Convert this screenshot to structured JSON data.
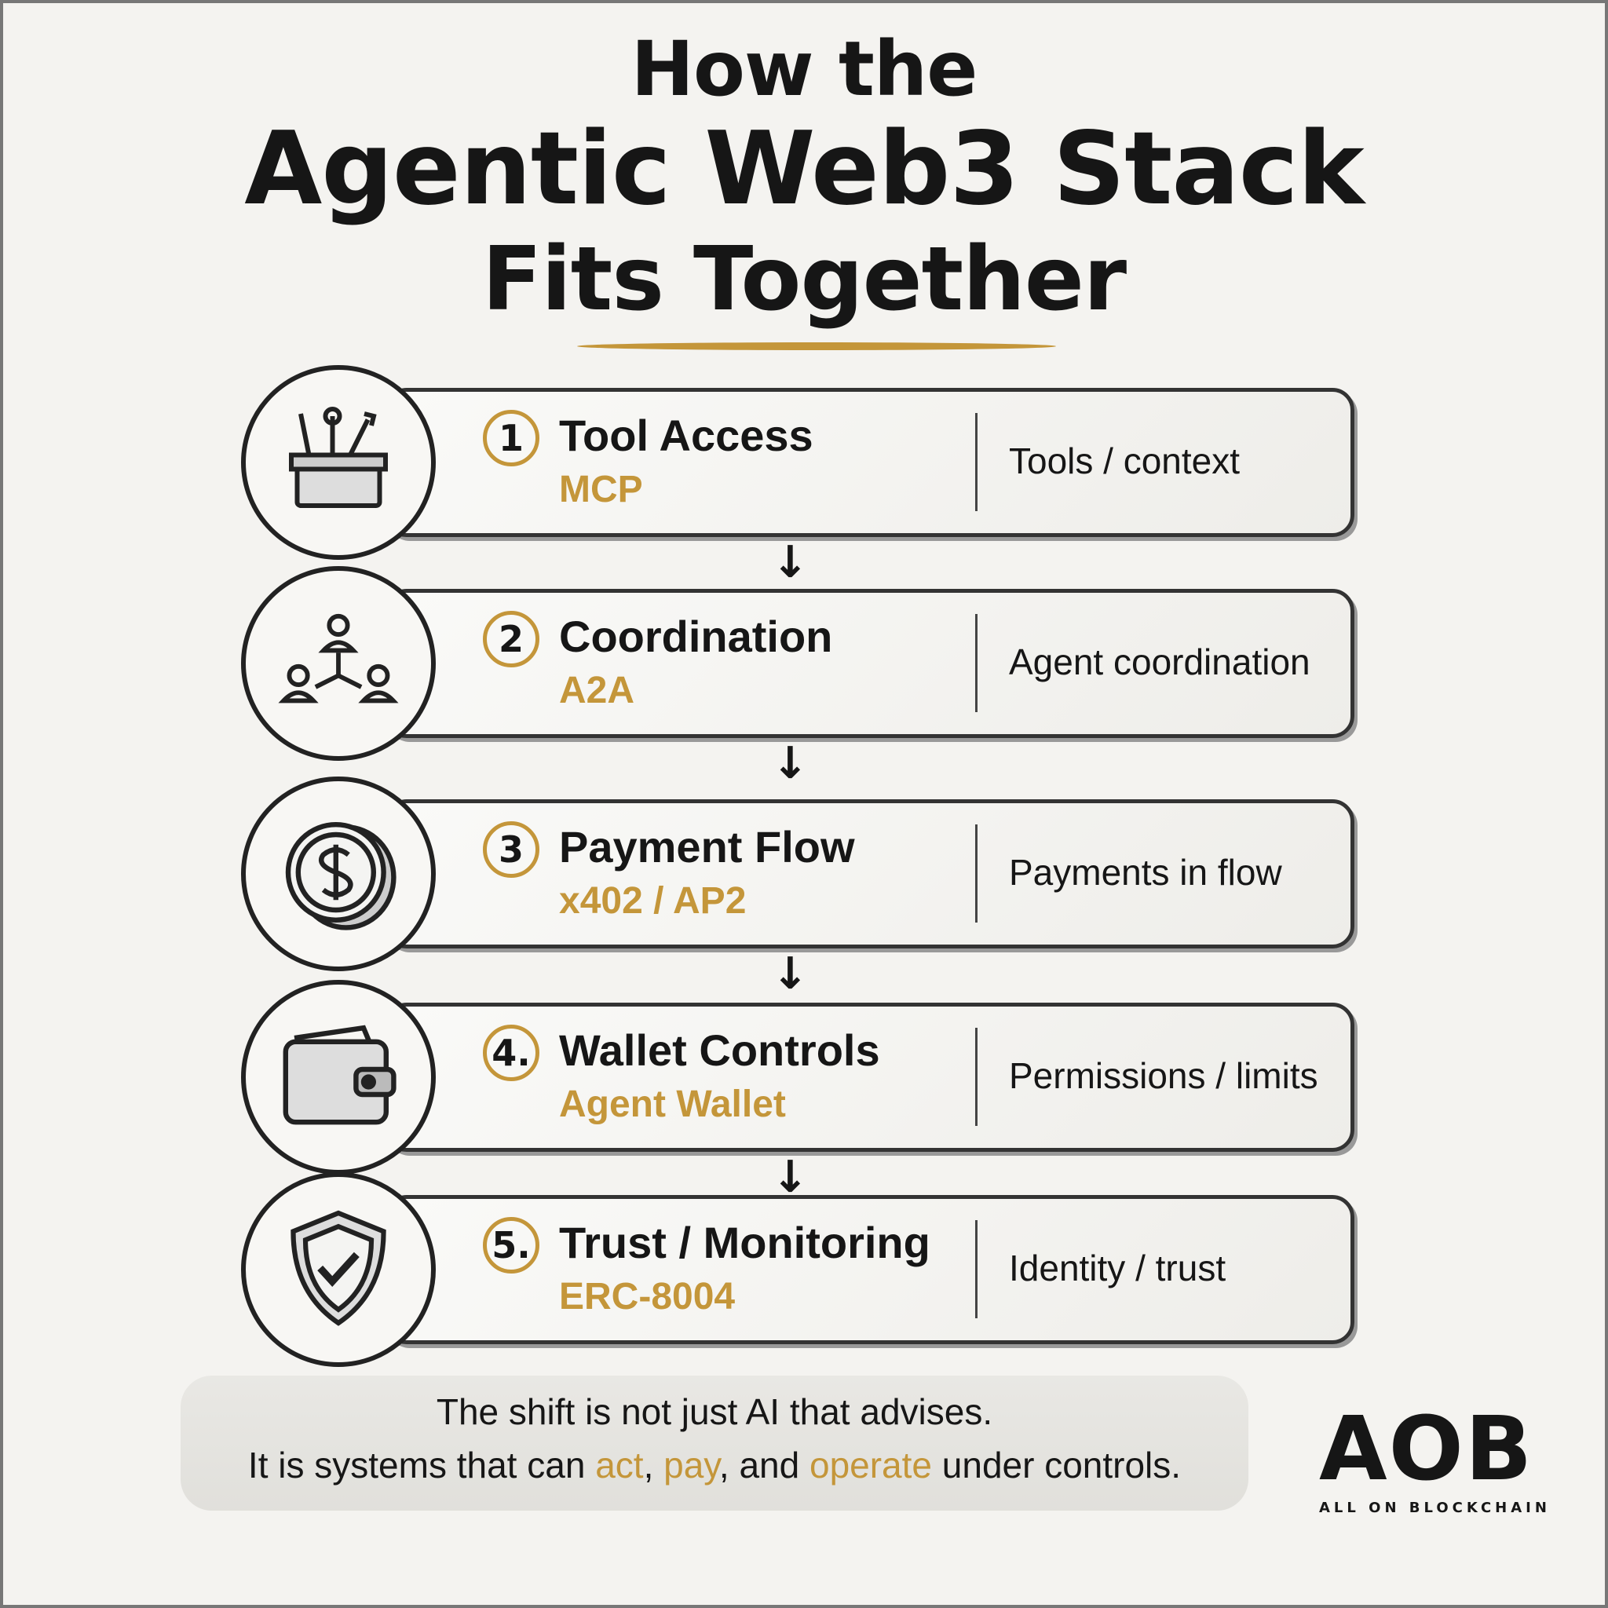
{
  "title": {
    "line1": "How the",
    "line2": "Agentic Web3 Stack",
    "line3": "Fits Together"
  },
  "colors": {
    "accent": "#c4963a",
    "ink": "#161616"
  },
  "layers": [
    {
      "number": "1",
      "title": "Tool Access",
      "protocol": "MCP",
      "description": "Tools / context",
      "icon": "toolbox-icon"
    },
    {
      "number": "2",
      "title": "Coordination",
      "protocol": "A2A",
      "description": "Agent coordination",
      "icon": "agent-network-icon"
    },
    {
      "number": "3",
      "title": "Payment Flow",
      "protocol": "x402 / AP2",
      "description": "Payments in flow",
      "icon": "dollar-coin-icon"
    },
    {
      "number": "4.",
      "title": "Wallet Controls",
      "protocol": "Agent Wallet",
      "description": "Permissions / limits",
      "icon": "wallet-icon"
    },
    {
      "number": "5.",
      "title": "Trust / Monitoring",
      "protocol": "ERC-8004",
      "description": "Identity / trust",
      "icon": "shield-check-icon"
    }
  ],
  "footer": {
    "line1": "The shift is not just AI that advises.",
    "line2_a": "It is systems that can ",
    "act": "act",
    "sep1": ", ",
    "pay": "pay",
    "sep2": ", and ",
    "operate": "operate",
    "line2_b": " under controls."
  },
  "logo": {
    "mark": "AOB",
    "name": "ALL ON BLOCKCHAIN"
  }
}
